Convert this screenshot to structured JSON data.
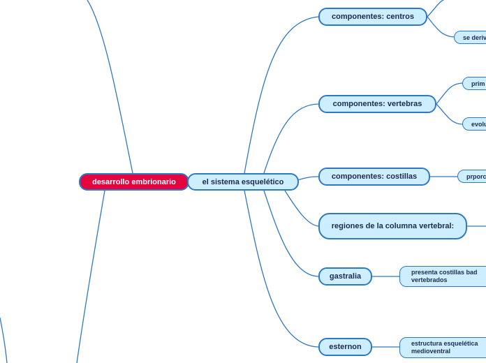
{
  "root": {
    "label": "desarrollo embrionario"
  },
  "main": {
    "label": "el sistema esquelético"
  },
  "branches": [
    {
      "label": "componentes: centros"
    },
    {
      "label": "componentes: vertebras"
    },
    {
      "label": "componentes: costillas"
    },
    {
      "label": "regiones de la columna vertebral:"
    },
    {
      "label": "gastralia"
    },
    {
      "label": "esternon"
    }
  ],
  "leaves": [
    {
      "label": "se deriv"
    },
    {
      "label": "prim"
    },
    {
      "label": "evolu"
    },
    {
      "label": "prporc"
    },
    {
      "label": "presenta costillas bad vertebrados"
    },
    {
      "label": "estructura esquelética medioventral"
    }
  ],
  "colors": {
    "line": "#2f78c4",
    "node_fill": "#cdeeff",
    "root_fill": "#e4053f"
  }
}
